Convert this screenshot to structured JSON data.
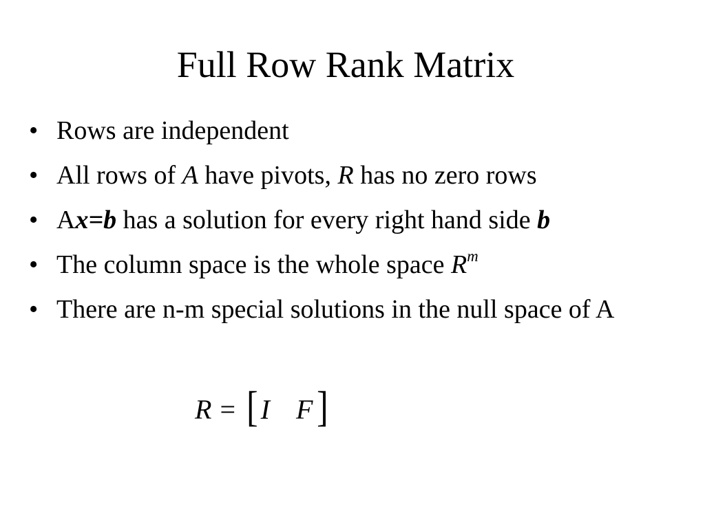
{
  "slide": {
    "title": "Full Row Rank Matrix",
    "bullet_symbol": "•",
    "bullets": [
      {
        "parts": [
          "Rows are independent"
        ]
      },
      {
        "parts": [
          "All rows of ",
          "A",
          " have pivots, ",
          "R",
          " has no zero rows"
        ]
      },
      {
        "parts": [
          "A",
          "x=b",
          " has a solution for every right hand side ",
          "b"
        ]
      },
      {
        "parts": [
          "The column space is the whole space ",
          "R",
          "m"
        ]
      },
      {
        "parts": [
          "There are n-m special solutions in the null space of A"
        ]
      }
    ],
    "formula": {
      "lhs": "R",
      "equals": "=",
      "open_bracket": "[",
      "entries": [
        "I",
        "F"
      ],
      "close_bracket": "]"
    }
  }
}
